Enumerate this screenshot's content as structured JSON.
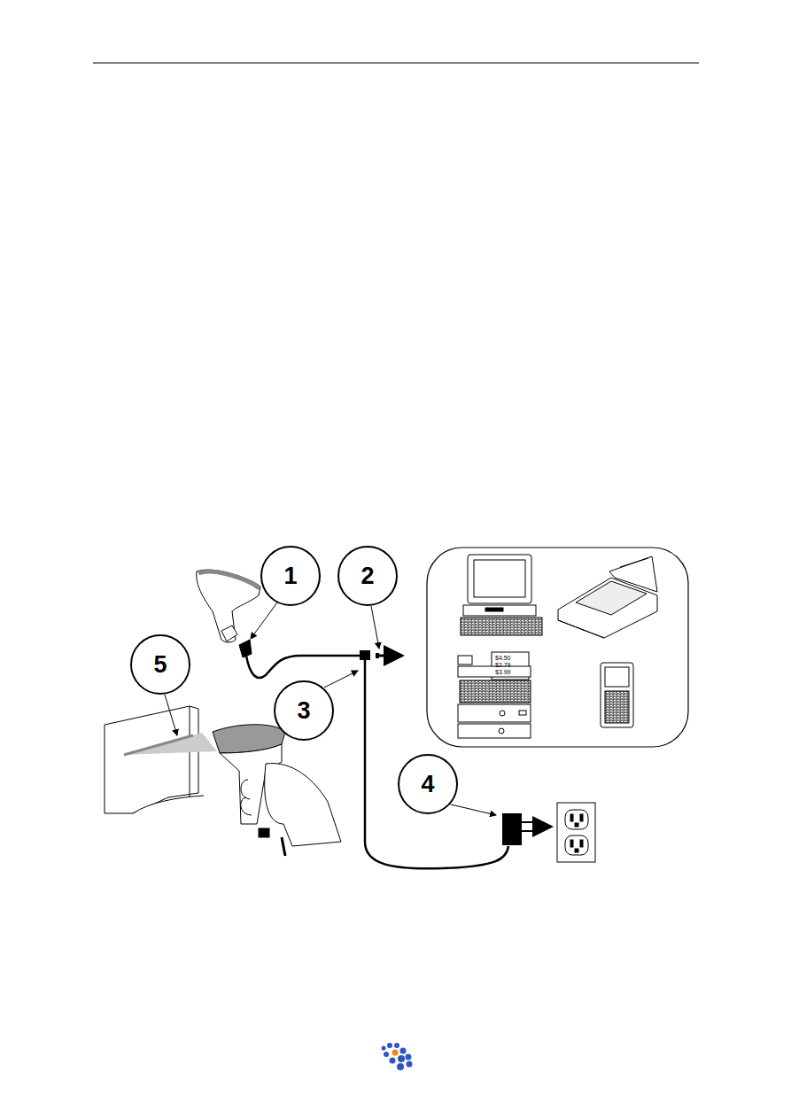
{
  "diagram": {
    "nodes": [
      {
        "text": [
          "1"
        ]
      },
      {
        "text": [
          "2"
        ]
      },
      {
        "text": [
          "5"
        ]
      },
      {
        "text": [
          "3"
        ]
      },
      {
        "text": [
          "4"
        ]
      }
    ],
    "labels": [
      "$4.50",
      "$2.79",
      "$3.99"
    ]
  }
}
